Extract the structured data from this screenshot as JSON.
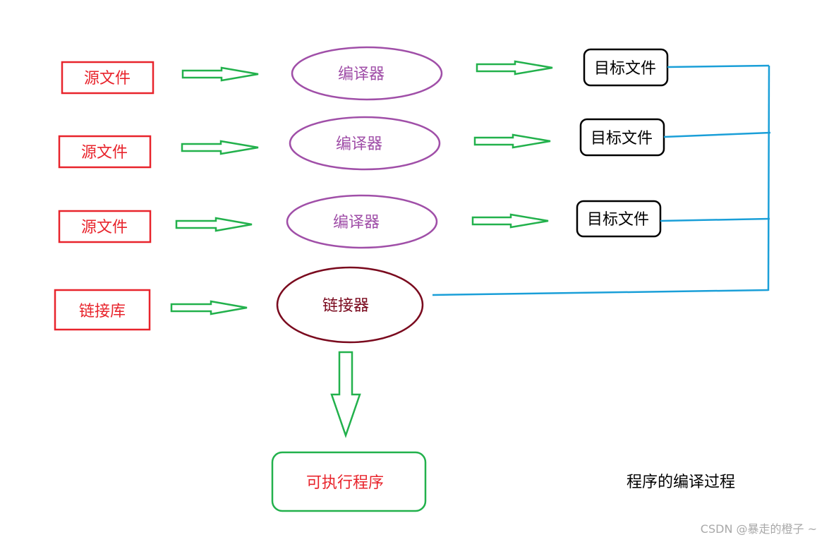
{
  "sources": [
    {
      "label": "源文件"
    },
    {
      "label": "源文件"
    },
    {
      "label": "源文件"
    }
  ],
  "library": {
    "label": "链接库"
  },
  "compilers": [
    {
      "label": "编译器"
    },
    {
      "label": "编译器"
    },
    {
      "label": "编译器"
    }
  ],
  "targets": [
    {
      "label": "目标文件"
    },
    {
      "label": "目标文件"
    },
    {
      "label": "目标文件"
    }
  ],
  "linker": {
    "label": "链接器"
  },
  "output": {
    "label": "可执行程序"
  },
  "caption": "程序的编译过程",
  "watermark": "CSDN @暴走的橙子 ~",
  "colors": {
    "source": "#e8242c",
    "compiler": "#a04fa8",
    "linker": "#7a0a1e",
    "target_border": "#000000",
    "arrow": "#22b14c",
    "connector": "#1a9fd8",
    "output_border": "#22b14c",
    "output_text": "#e8242c"
  }
}
